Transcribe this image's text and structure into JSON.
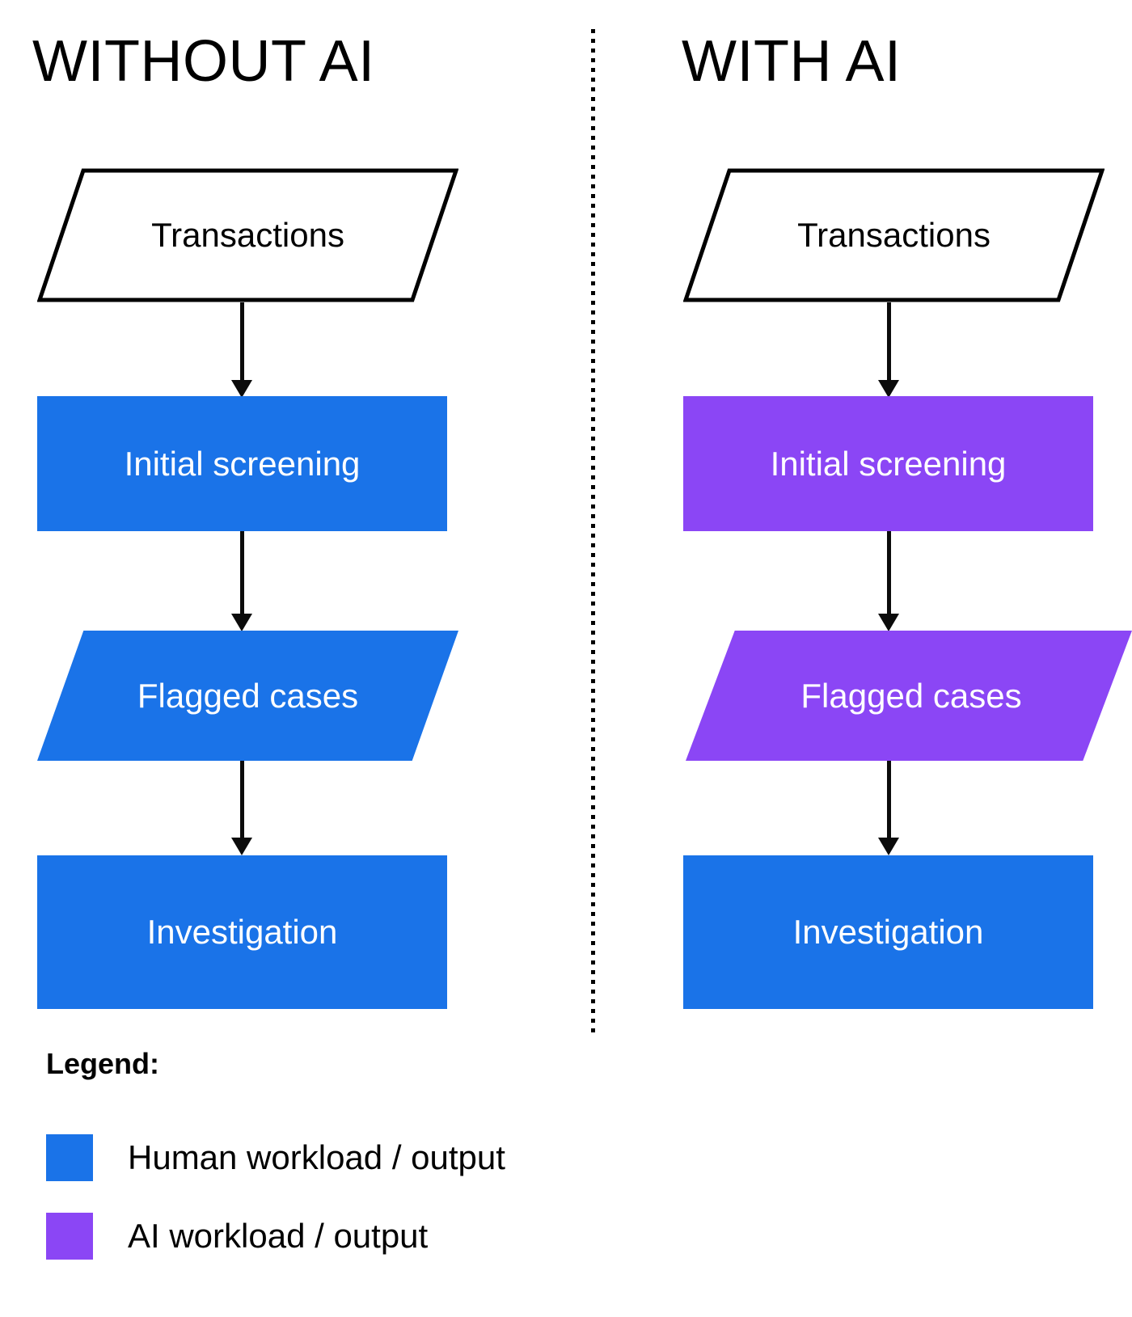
{
  "diagram": {
    "type": "flowchart-comparison",
    "columns": [
      {
        "id": "without-ai",
        "title": "WITHOUT AI",
        "nodes": [
          {
            "id": "transactions",
            "label": "Transactions",
            "shape": "parallelogram",
            "style": "outline",
            "fill": "#ffffff",
            "stroke": "#000000",
            "text_color": "#000000"
          },
          {
            "id": "initial-screening",
            "label": "Initial screening",
            "shape": "rectangle",
            "style": "filled",
            "fill": "#1a73e8",
            "text_color": "#ffffff"
          },
          {
            "id": "flagged-cases",
            "label": "Flagged cases",
            "shape": "parallelogram",
            "style": "filled",
            "fill": "#1a73e8",
            "text_color": "#ffffff"
          },
          {
            "id": "investigation",
            "label": "Investigation",
            "shape": "rectangle",
            "style": "filled",
            "fill": "#1a73e8",
            "text_color": "#ffffff"
          }
        ]
      },
      {
        "id": "with-ai",
        "title": "WITH AI",
        "nodes": [
          {
            "id": "transactions",
            "label": "Transactions",
            "shape": "parallelogram",
            "style": "outline",
            "fill": "#ffffff",
            "stroke": "#000000",
            "text_color": "#000000"
          },
          {
            "id": "initial-screening",
            "label": "Initial screening",
            "shape": "rectangle",
            "style": "filled",
            "fill": "#8b46f5",
            "text_color": "#ffffff"
          },
          {
            "id": "flagged-cases",
            "label": "Flagged cases",
            "shape": "parallelogram",
            "style": "filled",
            "fill": "#8b46f5",
            "text_color": "#ffffff"
          },
          {
            "id": "investigation",
            "label": "Investigation",
            "shape": "rectangle",
            "style": "filled",
            "fill": "#1a73e8",
            "text_color": "#ffffff"
          }
        ]
      }
    ],
    "divider": {
      "style": "dotted",
      "color": "#000000"
    },
    "arrow_color": "#0b0b0b"
  },
  "legend": {
    "title": "Legend:",
    "items": [
      {
        "color": "#1a73e8",
        "label": "Human workload / output"
      },
      {
        "color": "#8b46f5",
        "label": "AI workload / output"
      }
    ]
  },
  "colors": {
    "human_blue": "#1a73e8",
    "ai_purple": "#8b46f5",
    "background": "#ffffff",
    "ink": "#000000"
  }
}
